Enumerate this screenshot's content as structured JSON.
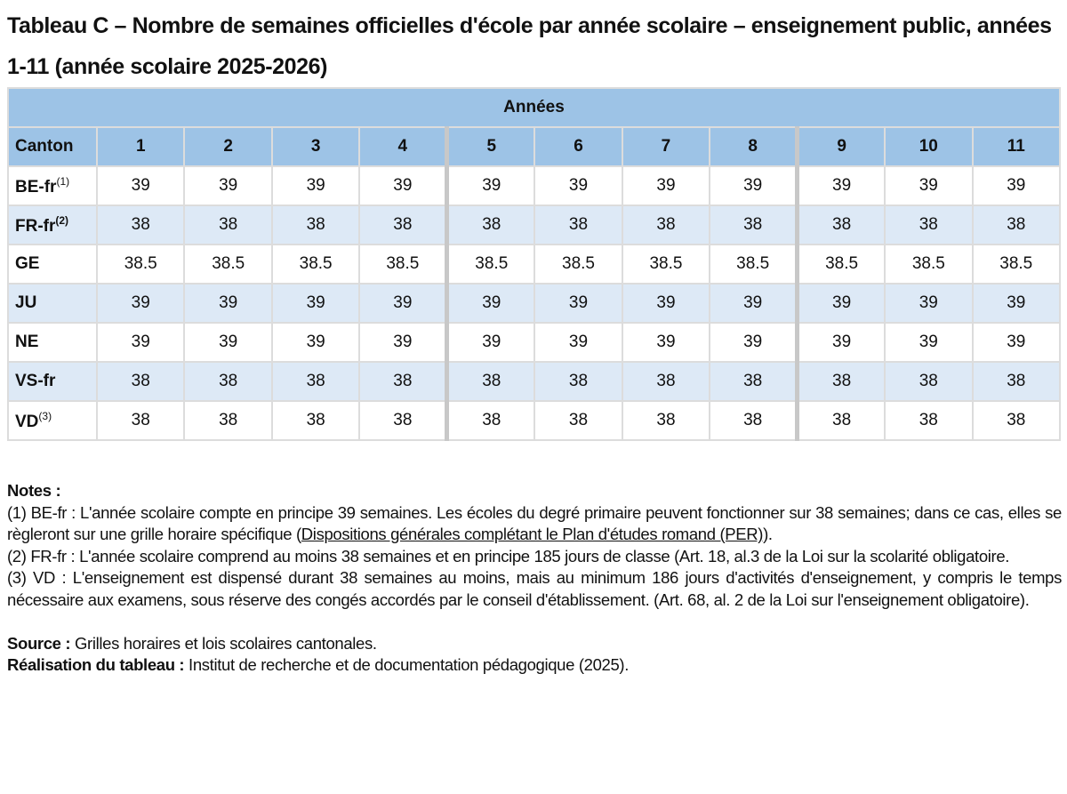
{
  "title": "Tableau C – Nombre de semaines officielles d'école par année scolaire – enseignement public, années 1-11 (année scolaire 2025-2026)",
  "table": {
    "group_header": "Années",
    "canton_header": "Canton",
    "years": [
      "1",
      "2",
      "3",
      "4",
      "5",
      "6",
      "7",
      "8",
      "9",
      "10",
      "11"
    ],
    "rows": [
      {
        "canton": "BE-fr",
        "note": "(1)",
        "values": [
          "39",
          "39",
          "39",
          "39",
          "39",
          "39",
          "39",
          "39",
          "39",
          "39",
          "39"
        ]
      },
      {
        "canton": "FR-fr",
        "note": "(2)",
        "values": [
          "38",
          "38",
          "38",
          "38",
          "38",
          "38",
          "38",
          "38",
          "38",
          "38",
          "38"
        ]
      },
      {
        "canton": "GE",
        "note": "",
        "values": [
          "38.5",
          "38.5",
          "38.5",
          "38.5",
          "38.5",
          "38.5",
          "38.5",
          "38.5",
          "38.5",
          "38.5",
          "38.5"
        ]
      },
      {
        "canton": "JU",
        "note": "",
        "values": [
          "39",
          "39",
          "39",
          "39",
          "39",
          "39",
          "39",
          "39",
          "39",
          "39",
          "39"
        ]
      },
      {
        "canton": "NE",
        "note": "",
        "values": [
          "39",
          "39",
          "39",
          "39",
          "39",
          "39",
          "39",
          "39",
          "39",
          "39",
          "39"
        ]
      },
      {
        "canton": "VS-fr",
        "note": "",
        "values": [
          "38",
          "38",
          "38",
          "38",
          "38",
          "38",
          "38",
          "38",
          "38",
          "38",
          "38"
        ]
      },
      {
        "canton": "VD",
        "note": "(3)",
        "values": [
          "38",
          "38",
          "38",
          "38",
          "38",
          "38",
          "38",
          "38",
          "38",
          "38",
          "38"
        ]
      }
    ]
  },
  "notes": {
    "heading": "Notes :",
    "note1_prefix": "(1) BE-fr : L'année scolaire compte en principe 39 semaines. Les écoles du degré primaire peuvent fonctionner sur 38 semaines; dans ce cas, elles se règleront sur une grille horaire spécifique (",
    "note1_link": "Dispositions générales complétant le Plan d'études romand (PER)",
    "note1_suffix": ").",
    "note2": "(2) FR-fr : L'année scolaire comprend au moins 38 semaines et en principe 185 jours de classe (Art. 18, al.3 de la Loi sur la scolarité obligatoire.",
    "note3": "(3) VD : L'enseignement est dispensé durant 38 semaines au moins, mais au minimum 186 jours d'activités d'enseignement, y compris le temps nécessaire aux examens, sous réserve des congés accordés par le conseil d'établissement. (Art. 68, al. 2 de la Loi sur l'enseignement obligatoire).",
    "source_label": "Source :",
    "source_text": " Grilles horaires et lois scolaires cantonales.",
    "credit_label": "Réalisation du tableau :",
    "credit_text": " Institut de recherche et de documentation pédagogique (2025)."
  }
}
